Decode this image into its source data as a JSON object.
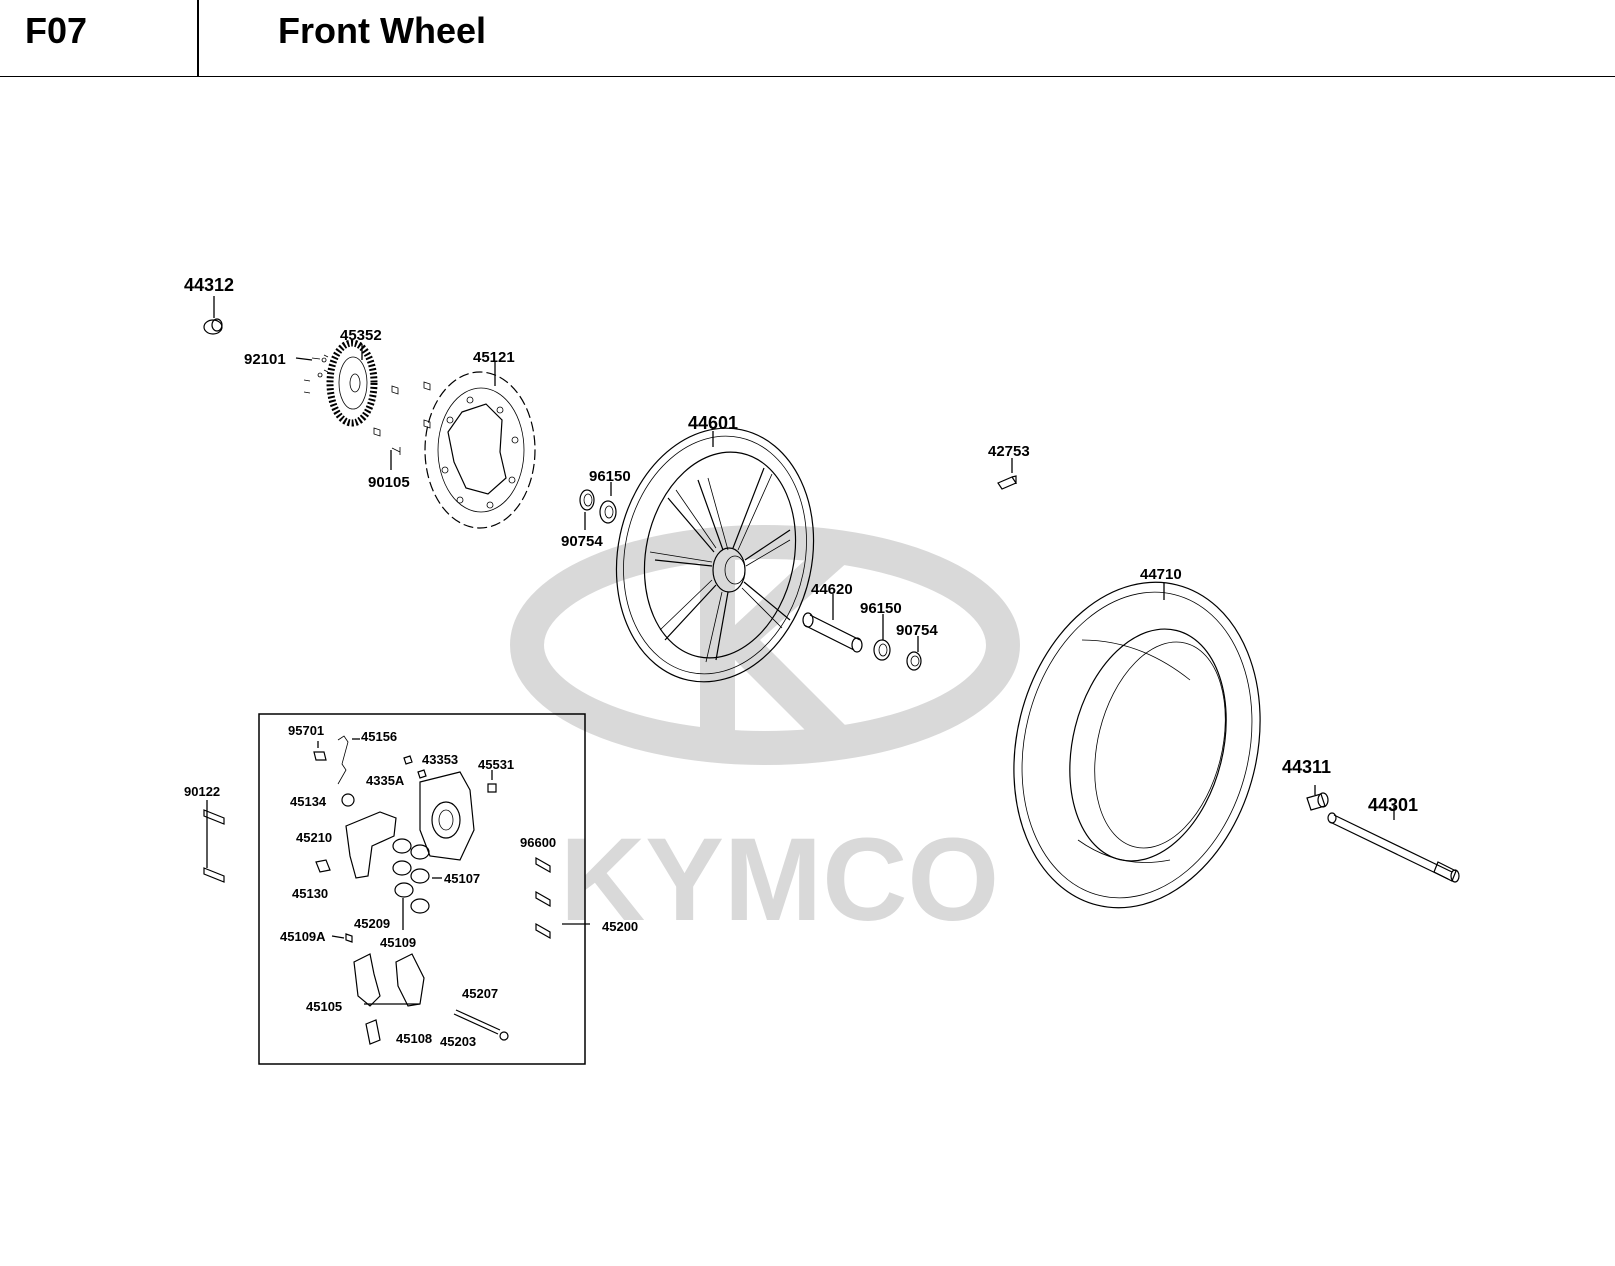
{
  "header": {
    "code": "F07",
    "title": "Front Wheel"
  },
  "watermark": {
    "text": "KYMCO"
  },
  "parts": {
    "p44312": "44312",
    "p45352": "45352",
    "p92101": "92101",
    "p45121": "45121",
    "p90105": "90105",
    "p44601": "44601",
    "p96150a": "96150",
    "p90754a": "90754",
    "p42753": "42753",
    "p44620": "44620",
    "p96150b": "96150",
    "p90754b": "90754",
    "p44710": "44710",
    "p44311": "44311",
    "p44301": "44301",
    "p90122": "90122",
    "p95701": "95701",
    "p45156": "45156",
    "p43353": "43353",
    "p4335A": "4335A",
    "p45531": "45531",
    "p45134": "45134",
    "p45210": "45210",
    "p45130": "45130",
    "p96600": "96600",
    "p45107": "45107",
    "p45209": "45209",
    "p45109A": "45109A",
    "p45109": "45109",
    "p45200": "45200",
    "p45207": "45207",
    "p45105": "45105",
    "p45108": "45108",
    "p45203": "45203"
  },
  "colors": {
    "ink": "#000000",
    "watermark": "#d9d9d9"
  }
}
